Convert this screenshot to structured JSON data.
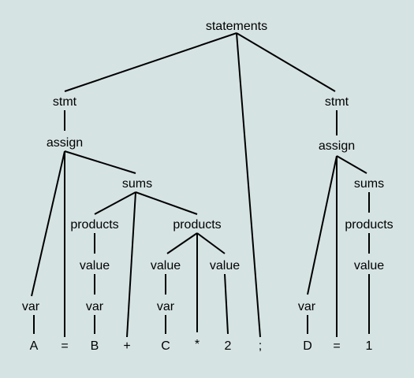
{
  "diagram": {
    "background": "#d6e3e3",
    "nodes": {
      "root": "statements",
      "stmt1": "stmt",
      "assign1": "assign",
      "sums1": "sums",
      "products1": "products",
      "value1": "value",
      "var_b": "var",
      "tok_b": "B",
      "products2": "products",
      "value2": "value",
      "var_c": "var",
      "tok_c": "C",
      "value3": "value",
      "tok_2": "2",
      "var_a": "var",
      "tok_a": "A",
      "tok_eq1": "=",
      "tok_plus": "+",
      "tok_star": "*",
      "tok_semi": ";",
      "stmt2": "stmt",
      "assign2": "assign",
      "var_d": "var",
      "tok_d": "D",
      "tok_eq2": "=",
      "sums2": "sums",
      "products3": "products",
      "value4": "value",
      "tok_1": "1"
    },
    "edges": [
      [
        "root",
        "stmt1"
      ],
      [
        "root",
        "tok_semi"
      ],
      [
        "root",
        "stmt2"
      ],
      [
        "stmt1",
        "assign1"
      ],
      [
        "assign1",
        "var_a"
      ],
      [
        "assign1",
        "tok_eq1"
      ],
      [
        "assign1",
        "sums1"
      ],
      [
        "var_a",
        "tok_a"
      ],
      [
        "sums1",
        "products1"
      ],
      [
        "sums1",
        "tok_plus"
      ],
      [
        "sums1",
        "products2"
      ],
      [
        "products1",
        "value1"
      ],
      [
        "value1",
        "var_b"
      ],
      [
        "var_b",
        "tok_b"
      ],
      [
        "products2",
        "value2"
      ],
      [
        "products2",
        "tok_star"
      ],
      [
        "products2",
        "value3"
      ],
      [
        "value2",
        "var_c"
      ],
      [
        "var_c",
        "tok_c"
      ],
      [
        "value3",
        "tok_2"
      ],
      [
        "stmt2",
        "assign2"
      ],
      [
        "assign2",
        "var_d"
      ],
      [
        "assign2",
        "tok_eq2"
      ],
      [
        "assign2",
        "sums2"
      ],
      [
        "var_d",
        "tok_d"
      ],
      [
        "sums2",
        "products3"
      ],
      [
        "products3",
        "value4"
      ],
      [
        "value4",
        "tok_1"
      ]
    ]
  }
}
